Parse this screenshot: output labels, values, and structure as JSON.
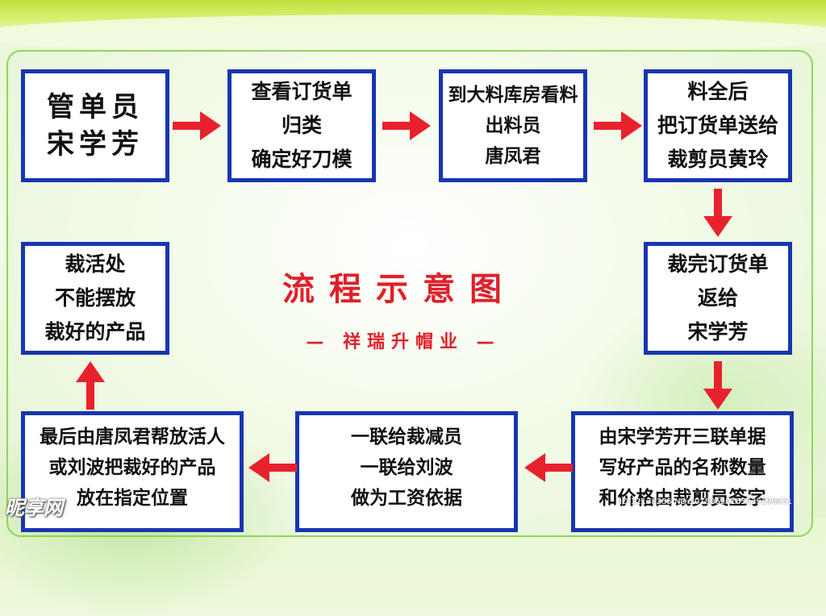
{
  "boxes": {
    "manager": [
      "管单员",
      "宋学芳"
    ],
    "check_order": [
      "查看订货单",
      "归类",
      "确定好刀模"
    ],
    "warehouse": [
      "到大料库房看料",
      "出料员",
      "唐凤君"
    ],
    "material_ready": [
      "料全后",
      "把订货单送给",
      "裁剪员黄玲"
    ],
    "return_order": [
      "裁完订货单",
      "返给",
      "宋学芳"
    ],
    "triplicate": [
      "由宋学芳开三联单据",
      "写好产品的名称数量",
      "和价格由裁剪员签字"
    ],
    "distribute": [
      "一联给裁减员",
      "一联给刘波",
      "做为工资依据"
    ],
    "placement": [
      "最后由唐凤君帮放活人",
      "或刘波把裁好的产品",
      "放在指定位置"
    ],
    "cutting_area": [
      "裁活处",
      "不能摆放",
      "裁好的产品"
    ]
  },
  "title": "流程示意图",
  "subtitle": "— 祥瑞升帽业 —",
  "watermark": {
    "brand": "昵享网",
    "id": "ID:12178255 NO:20180620165229196031"
  },
  "colors": {
    "box_border": "#1736b0",
    "arrow": "#e8222d",
    "title": "#e0202a",
    "panel_border": "#8fd65a"
  }
}
